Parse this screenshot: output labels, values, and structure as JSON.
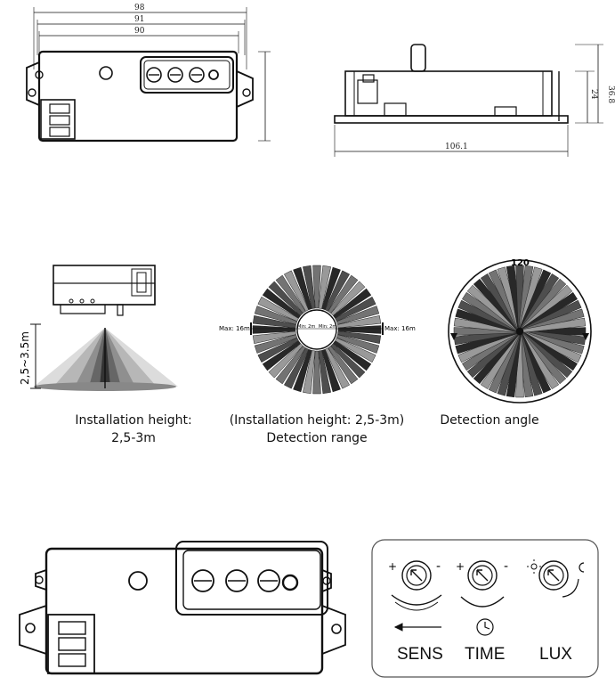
{
  "top_dimensions": {
    "width_outer": "98",
    "width_mid": "91",
    "width_inner": "90",
    "height_total": "36.8",
    "height_body": "24",
    "length_side": "106.1"
  },
  "section_install": {
    "height_range_label": "2,5~3.5m",
    "caption_line1": "Installation height:",
    "caption_line2": "2,5-3m"
  },
  "section_range": {
    "max_left": "Max: 16m",
    "max_right": "Max: 16m",
    "min_left": "Min: 2m",
    "min_right": "Min: 2m",
    "caption_line1": "(Installation height: 2,5-3m)",
    "caption_line2": "Detection range"
  },
  "section_angle": {
    "angle_label": "120",
    "caption": "Detection angle"
  },
  "controls": {
    "sens": {
      "label": "SENS",
      "plus": "+",
      "minus": "-"
    },
    "time": {
      "label": "TIME",
      "plus": "+",
      "minus": "-"
    },
    "lux": {
      "label": "LUX"
    }
  }
}
